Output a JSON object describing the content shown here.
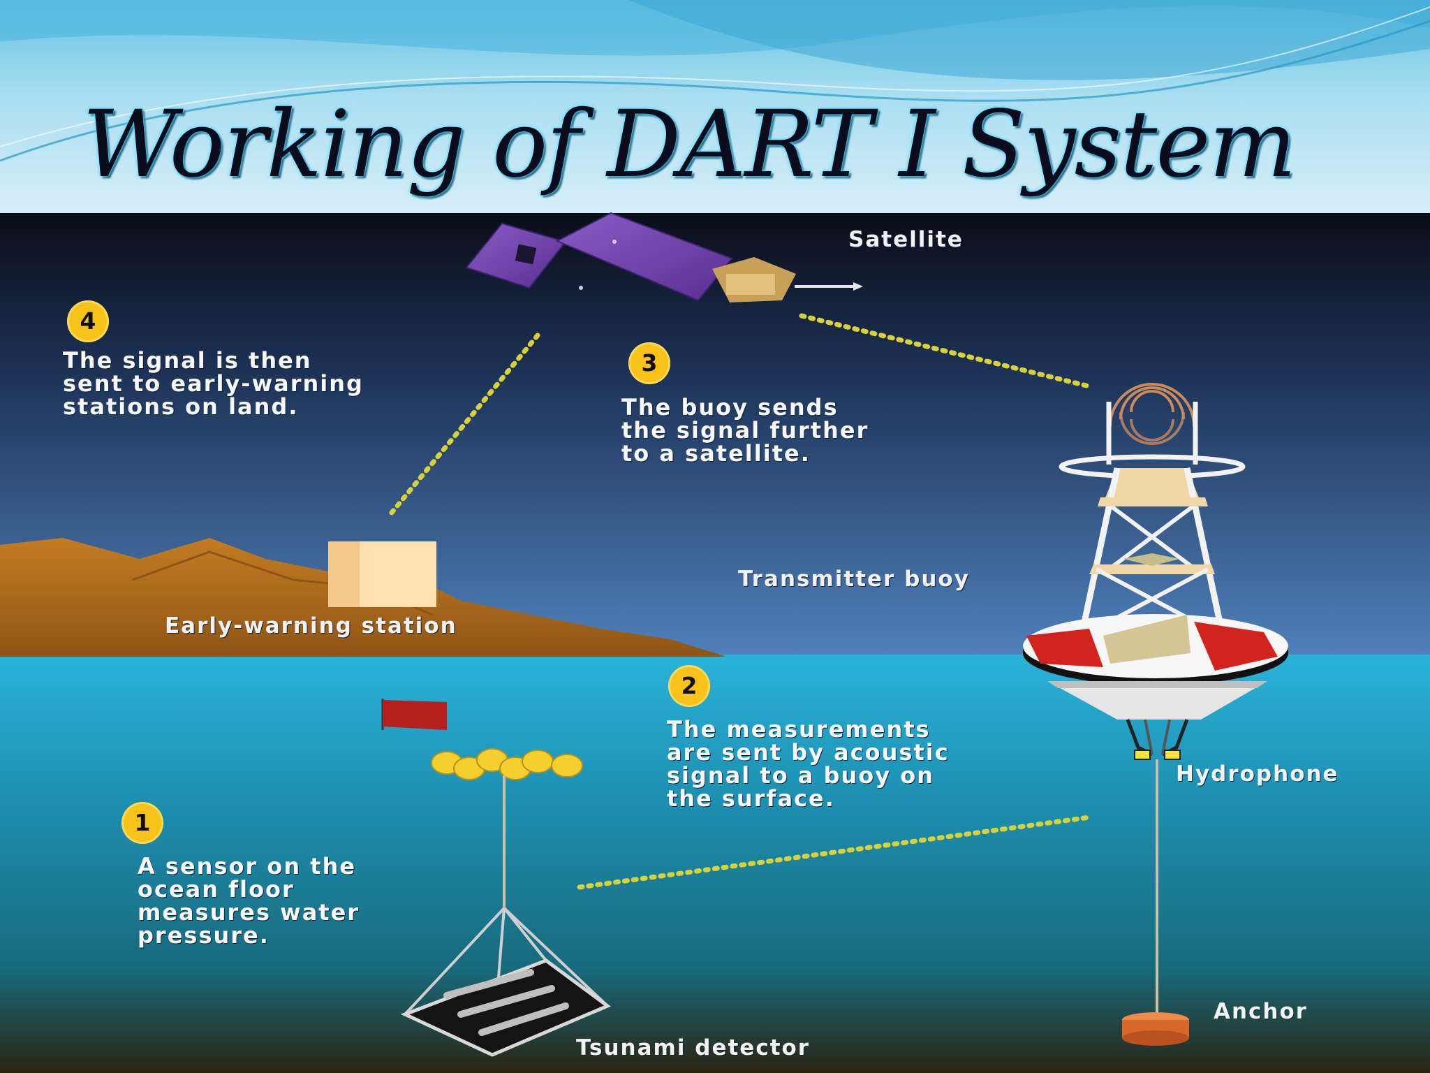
{
  "title": "Working of DART I System",
  "labels": {
    "satellite": "Satellite",
    "station": "Early-warning station",
    "buoy": "Transmitter buoy",
    "hydrophone": "Hydrophone",
    "anchor": "Anchor",
    "detector": "Tsunami detector"
  },
  "steps": [
    {
      "num": "1",
      "text": "A sensor on the\nocean floor\nmeasures water\npressure."
    },
    {
      "num": "2",
      "text": "The measurements\nare sent by acoustic\nsignal to a buoy on\nthe surface."
    },
    {
      "num": "3",
      "text": "The buoy sends\nthe signal further\nto a satellite."
    },
    {
      "num": "4",
      "text": "The signal is then\nsent to early-warning\nstations on land."
    }
  ],
  "colors": {
    "header_blue": "#6fc6e4",
    "sky_top": "#0b0d18",
    "sky_bottom": "#4f7fb8",
    "water": "#27afd6",
    "water_deep": "#1a2a2a",
    "land": "#b4701e",
    "badge": "#f7c31a",
    "signal_dots": "#d8d23a",
    "satellite_panel": "#7a4bb0",
    "buoy_red": "#d1241e"
  }
}
